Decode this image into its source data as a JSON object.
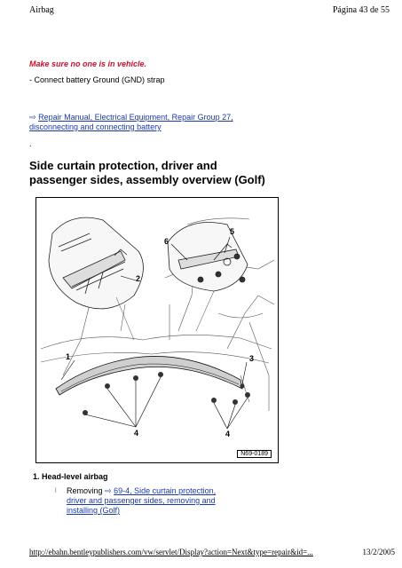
{
  "header": {
    "title": "Airbag",
    "page_info": "Página 43 de 55"
  },
  "warning": "Make sure no one is in vehicle.",
  "step": "- Connect battery Ground (GND) strap",
  "reference": {
    "arrow": "⇨",
    "link_text": "Repair Manual, Electrical Equipment, Repair Group 27, disconnecting and connecting battery"
  },
  "dot": ".",
  "section_title": "Side curtain protection, driver and passenger sides, assembly overview (Golf)",
  "figure": {
    "callouts": [
      "1",
      "2",
      "3",
      "4",
      "4",
      "5",
      "6"
    ],
    "code": "N69-0189"
  },
  "items": [
    {
      "title": "1.  Head-level airbag",
      "bullet": "l",
      "prefix": "Removing",
      "arrow": "⇨",
      "link_text": "69-4, Side curtain protection, driver and passenger sides, removing and installing (Golf)"
    }
  ],
  "footer": {
    "url": "http://ebahn.bentleypublishers.com/vw/servlet/Display?action=Next&type=repair&id=...",
    "date": "13/2/2005"
  }
}
